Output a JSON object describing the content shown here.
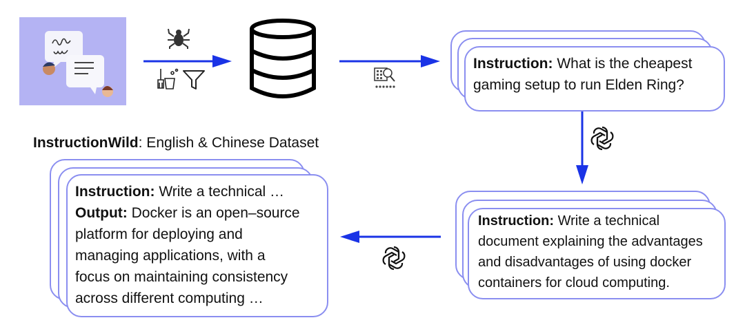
{
  "source": {
    "label": "chat-conversations",
    "bg": "#b4b3f3"
  },
  "step1": {
    "icons": [
      "spider-icon",
      "broom-bucket-icon",
      "filter-icon"
    ]
  },
  "database": {
    "label": "database"
  },
  "step2": {
    "icons": [
      "data-search-icon"
    ]
  },
  "card1": {
    "instruction_label": "Instruction:",
    "lines": [
      "What is the cheapest",
      "gaming setup to run Elden Ring?"
    ]
  },
  "step3": {
    "icons": [
      "openai-icon"
    ]
  },
  "card2": {
    "instruction_label": "Instruction:",
    "lines": [
      "Write a technical",
      "document explaining the advantages",
      "and disadvantages of using docker",
      "containers for cloud computing."
    ]
  },
  "step4": {
    "icons": [
      "openai-icon"
    ]
  },
  "dataset_title": {
    "bold": "InstructionWild",
    "rest": ": English & Chinese Dataset"
  },
  "card3": {
    "instruction_label": "Instruction:",
    "instruction_text": "Write a technical …",
    "output_label": "Output:",
    "output_first": "Docker is an open–source",
    "output_lines": [
      "platform for deploying and",
      "managing applications, with a",
      "focus on maintaining consistency",
      "across different computing …"
    ]
  },
  "colors": {
    "arrow": "#1a33e6",
    "card_border": "#8a8ef0"
  }
}
